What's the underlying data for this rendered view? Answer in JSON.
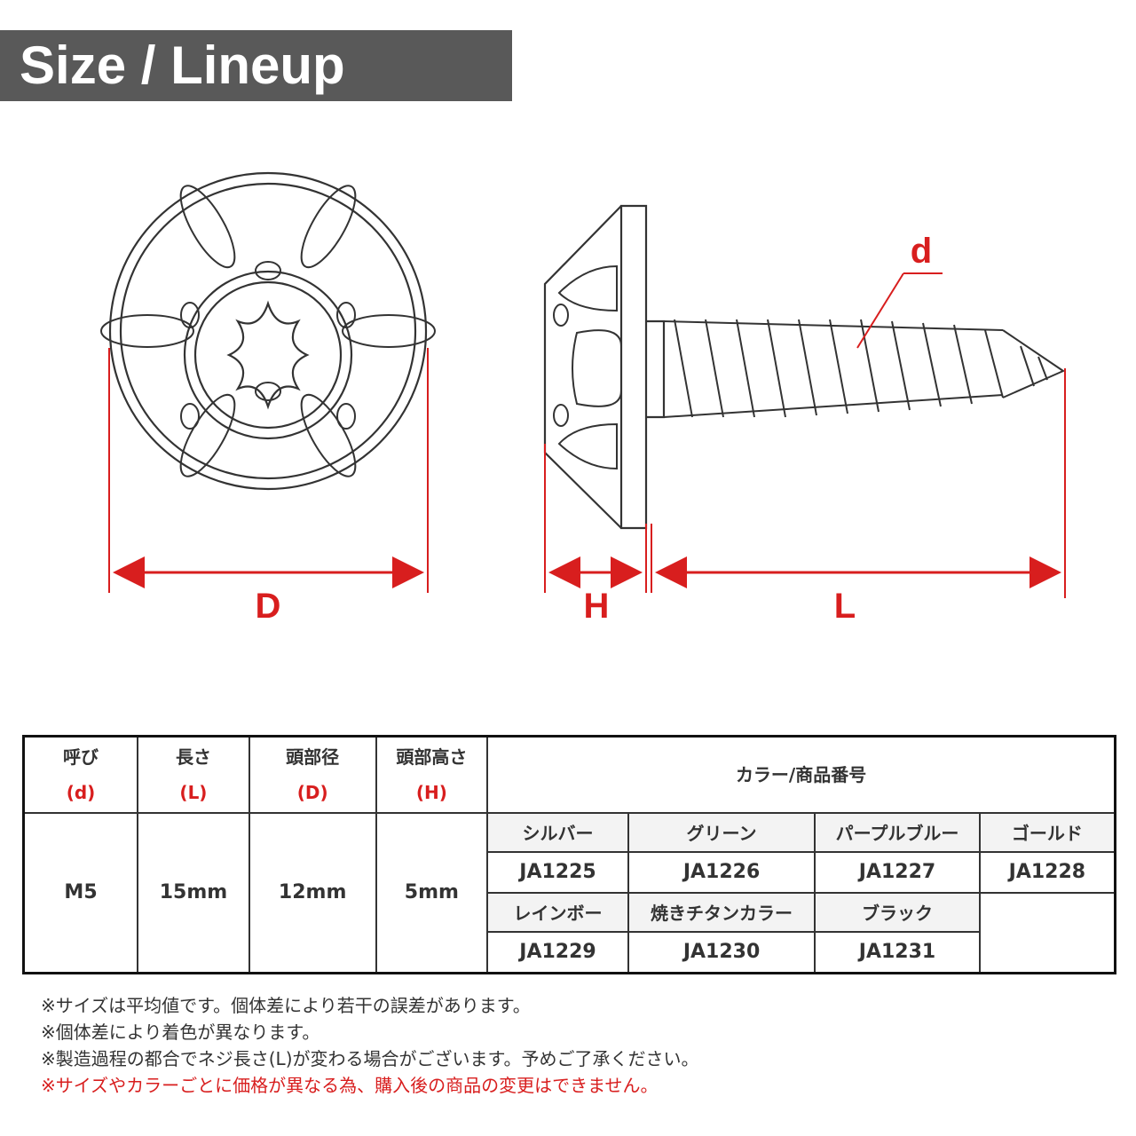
{
  "banner": {
    "title": "Size / Lineup"
  },
  "diagram": {
    "labels": {
      "D": "D",
      "H": "H",
      "L": "L",
      "d": "d"
    },
    "colors": {
      "dimension": "#d81e1e",
      "outline": "#333333"
    }
  },
  "table": {
    "columns": [
      {
        "name": "呼び",
        "symbol": "(d)",
        "value": "M5"
      },
      {
        "name": "長さ",
        "symbol": "(L)",
        "value": "15mm"
      },
      {
        "name": "頭部径",
        "symbol": "(D)",
        "value": "12mm"
      },
      {
        "name": "頭部高さ",
        "symbol": "(H)",
        "value": "5mm"
      }
    ],
    "color_header": "カラー/商品番号",
    "colors_row1": [
      {
        "name": "シルバー",
        "code": "JA1225"
      },
      {
        "name": "グリーン",
        "code": "JA1226"
      },
      {
        "name": "パープルブルー",
        "code": "JA1227"
      },
      {
        "name": "ゴールド",
        "code": "JA1228"
      }
    ],
    "colors_row2": [
      {
        "name": "レインボー",
        "code": "JA1229"
      },
      {
        "name": "焼きチタンカラー",
        "code": "JA1230"
      },
      {
        "name": "ブラック",
        "code": "JA1231"
      }
    ]
  },
  "notes": [
    "※サイズは平均値です。個体差により若干の誤差があります。",
    "※個体差により着色が異なります。",
    "※製造過程の都合でネジ長さ(L)が変わる場合がございます。予めご了承ください。"
  ],
  "warning": "※サイズやカラーごとに価格が異なる為、購入後の商品の変更はできません。"
}
